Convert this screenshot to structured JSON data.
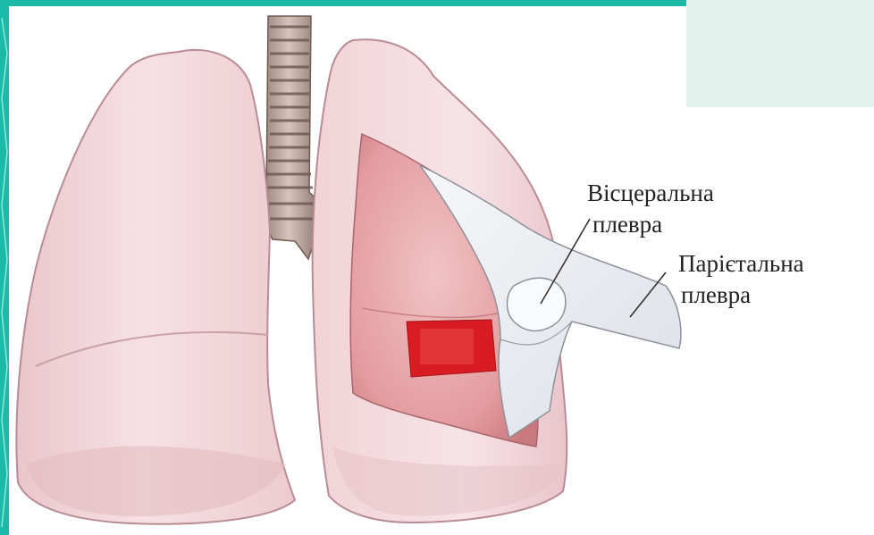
{
  "labels": {
    "visceral_pleura": {
      "line1": "Вісцеральна",
      "line2": "плевра"
    },
    "parietal_pleura": {
      "line1": "Парієтальна",
      "line2": "плевра"
    }
  },
  "colors": {
    "frame_teal": "#1bb9a8",
    "lung_pink": "#f3d6da",
    "lung_outline": "#b88c95",
    "inner_lung": "#e7a3a6",
    "exposed_tissue": "#d81c22",
    "pleura_sheet": "#eef0f4",
    "trachea_ring": "#b9a49b",
    "corner_panel": "#e3f1ec"
  }
}
